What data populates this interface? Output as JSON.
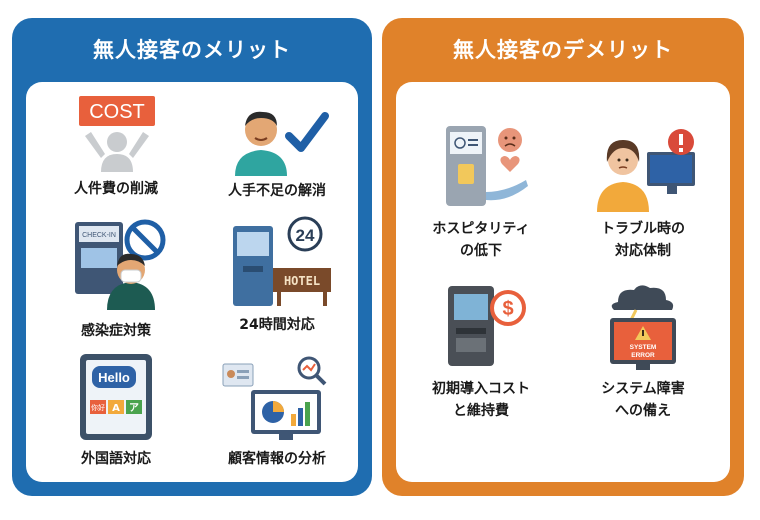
{
  "merit": {
    "title": "無人接客のメリット",
    "cost_badge": "COST",
    "checkin_text": "CHECK-IN",
    "hours_badge": "24",
    "hotel_sign": "HOTEL",
    "hello_text": "Hello",
    "lang_tags": [
      "你好",
      "A",
      "ア"
    ],
    "items": [
      {
        "label": "人件費の削減",
        "icon": "cost-reduction-icon"
      },
      {
        "label": "人手不足の解消",
        "icon": "staff-check-icon"
      },
      {
        "label": "感染症対策",
        "icon": "infection-control-icon"
      },
      {
        "label": "24時間対応",
        "icon": "24h-hotel-kiosk-icon"
      },
      {
        "label": "外国語対応",
        "icon": "multilingual-tablet-icon"
      },
      {
        "label": "顧客情報の分析",
        "icon": "customer-analytics-icon"
      }
    ]
  },
  "demerit": {
    "title": "無人接客のデメリット",
    "error_text": [
      "SYSTEM",
      "ERROR"
    ],
    "dollar": "$",
    "items": [
      {
        "line1": "ホスピタリティ",
        "line2": "の低下",
        "icon": "hospitality-kiosk-icon"
      },
      {
        "line1": "トラブル時の",
        "line2": "対応体制",
        "icon": "trouble-person-icon"
      },
      {
        "line1": "初期導入コスト",
        "line2": "と維持費",
        "icon": "cost-kiosk-icon"
      },
      {
        "line1": "システム障害",
        "line2": "への備え",
        "icon": "system-error-icon"
      }
    ]
  },
  "colors": {
    "merit_blue": "#1f6db0",
    "demerit_orange": "#e0822a",
    "cost_red": "#e8603c"
  }
}
